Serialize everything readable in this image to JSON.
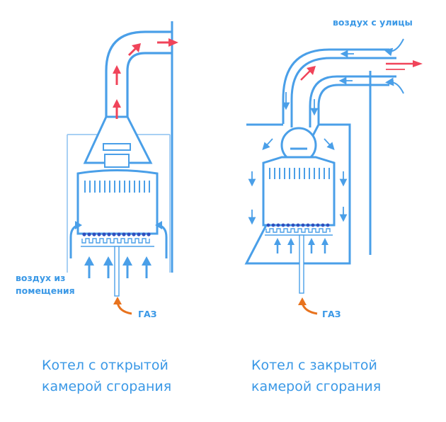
{
  "left": {
    "room_air_label_1": "воздух из",
    "room_air_label_2": "помещения",
    "gas_label": "ГАЗ",
    "caption_1": "Котел с открытой",
    "caption_2": "камерой сгорания"
  },
  "right": {
    "street_air_label": "воздух с улицы",
    "gas_label": "ГАЗ",
    "caption_1": "Котел с закрытой",
    "caption_2": "камерой сгорания"
  },
  "colors": {
    "outline": "#4a9fe8",
    "frame": "#7fbaf0",
    "exhaust": "#f0445a",
    "gas": "#e8731e",
    "burner": "#2f4fbf",
    "arrow_up": "#4a9fe8"
  }
}
